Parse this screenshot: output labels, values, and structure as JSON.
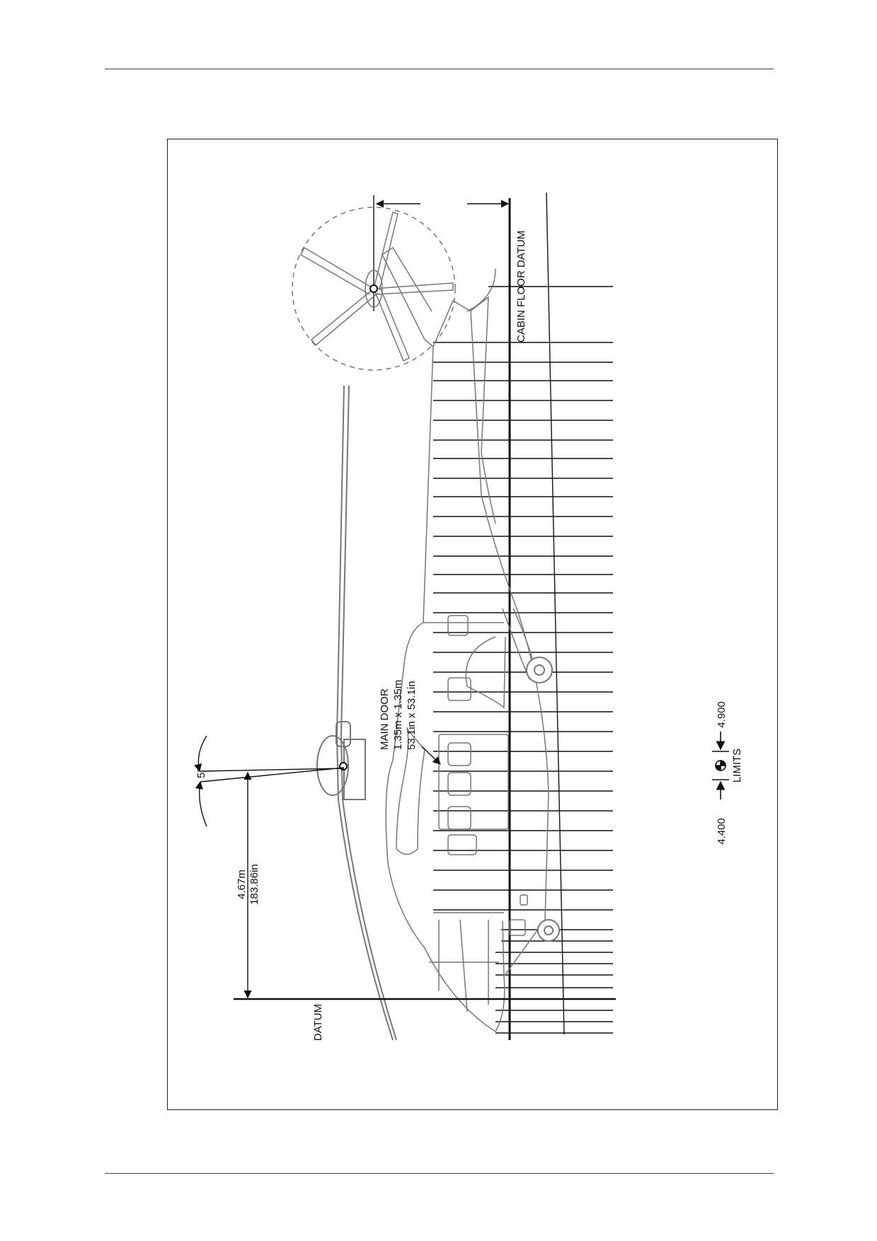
{
  "drawing": {
    "datum_label": "DATUM",
    "cabin_floor_datum_label": "CABIN FLOOR DATUM",
    "main_door": {
      "title": "MAIN DOOR",
      "size_metric": "1.35m x 1.35m",
      "size_imperial": "53.1in x 53.1in"
    },
    "rotor_height": {
      "metric": "4.67m",
      "imperial": "183.86in"
    },
    "tilt_angle": "5°",
    "cg_limits": {
      "lower": "4.400",
      "upper": "4.900",
      "label": "LIMITS"
    }
  }
}
